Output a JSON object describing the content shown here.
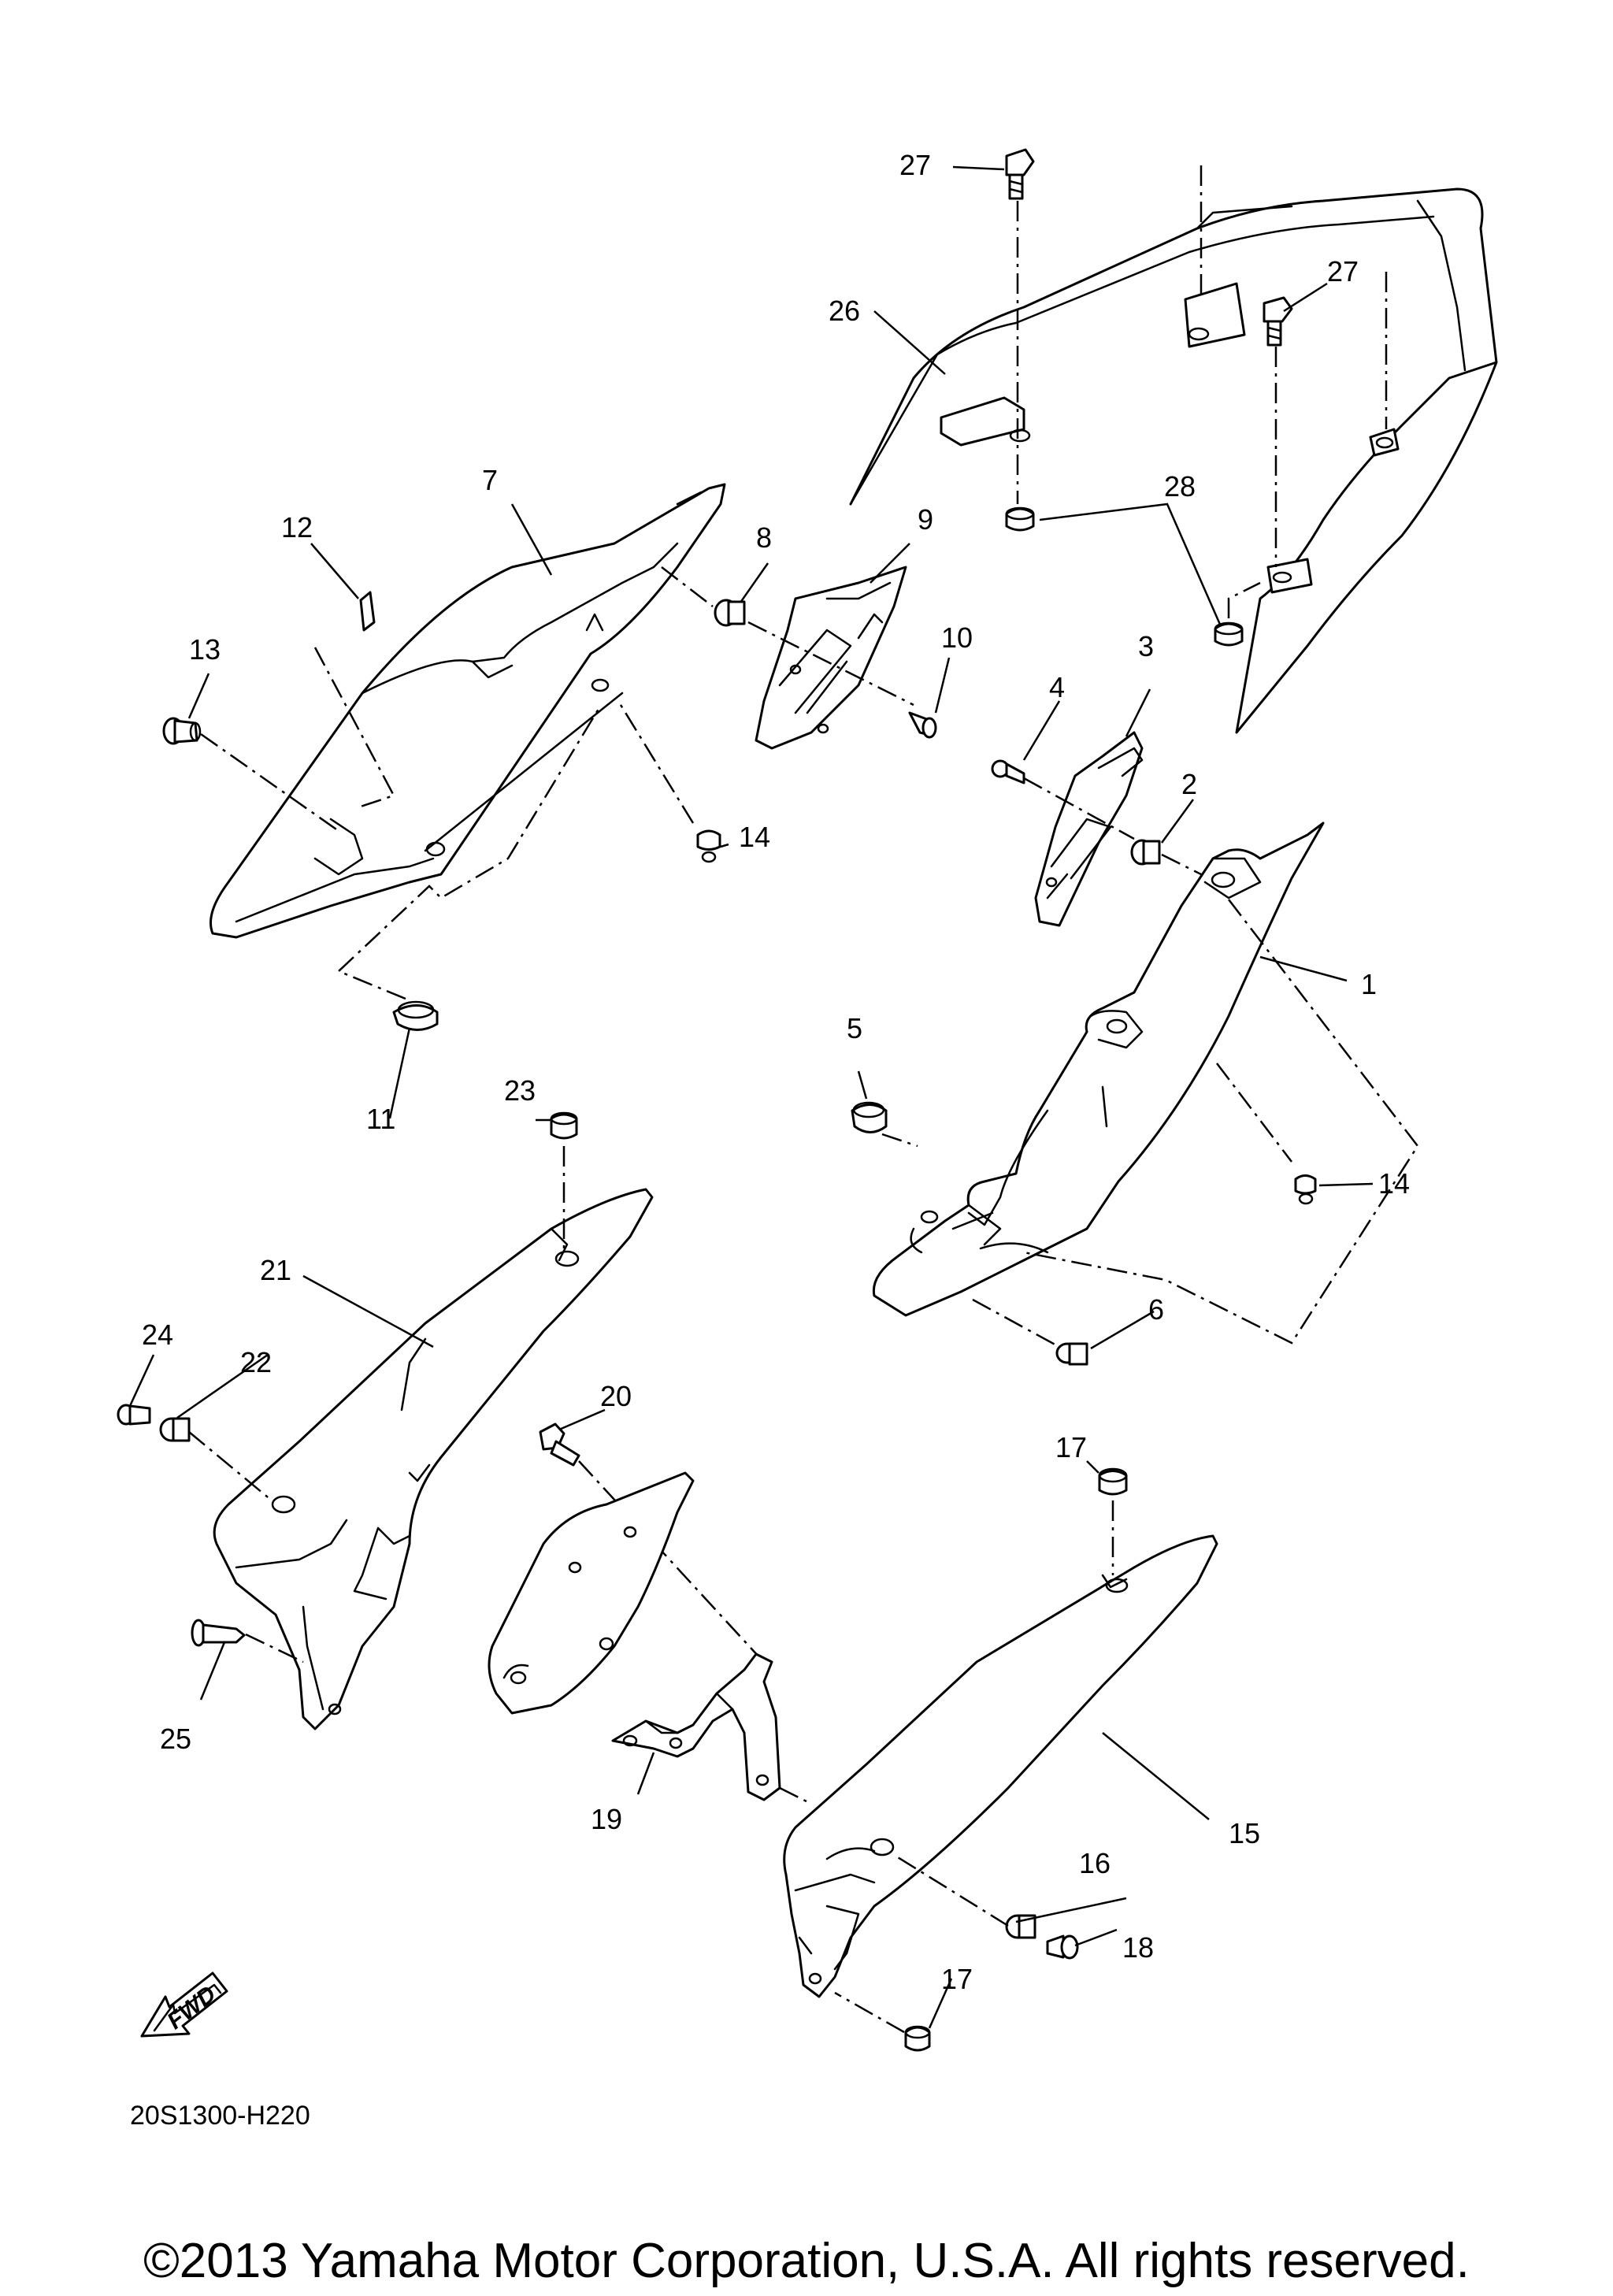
{
  "diagram": {
    "drawing_code": "20S1300-H220",
    "direction_badge": "FWD",
    "callouts": [
      {
        "id": "c1",
        "label": "1"
      },
      {
        "id": "c2",
        "label": "2"
      },
      {
        "id": "c3",
        "label": "3"
      },
      {
        "id": "c4",
        "label": "4"
      },
      {
        "id": "c5",
        "label": "5"
      },
      {
        "id": "c6",
        "label": "6"
      },
      {
        "id": "c7",
        "label": "7"
      },
      {
        "id": "c8",
        "label": "8"
      },
      {
        "id": "c9",
        "label": "9"
      },
      {
        "id": "c10",
        "label": "10"
      },
      {
        "id": "c11",
        "label": "11"
      },
      {
        "id": "c12",
        "label": "12"
      },
      {
        "id": "c13",
        "label": "13"
      },
      {
        "id": "c14a",
        "label": "14"
      },
      {
        "id": "c14b",
        "label": "14"
      },
      {
        "id": "c15",
        "label": "15"
      },
      {
        "id": "c16",
        "label": "16"
      },
      {
        "id": "c17a",
        "label": "17"
      },
      {
        "id": "c17b",
        "label": "17"
      },
      {
        "id": "c18",
        "label": "18"
      },
      {
        "id": "c19",
        "label": "19"
      },
      {
        "id": "c20",
        "label": "20"
      },
      {
        "id": "c21",
        "label": "21"
      },
      {
        "id": "c22",
        "label": "22"
      },
      {
        "id": "c23",
        "label": "23"
      },
      {
        "id": "c24",
        "label": "24"
      },
      {
        "id": "c25",
        "label": "25"
      },
      {
        "id": "c26",
        "label": "26"
      },
      {
        "id": "c27a",
        "label": "27"
      },
      {
        "id": "c27b",
        "label": "27"
      },
      {
        "id": "c28",
        "label": "28"
      }
    ]
  },
  "footer": {
    "copyright": "©2013 Yamaha Motor Corporation, U.S.A. All rights reserved."
  }
}
